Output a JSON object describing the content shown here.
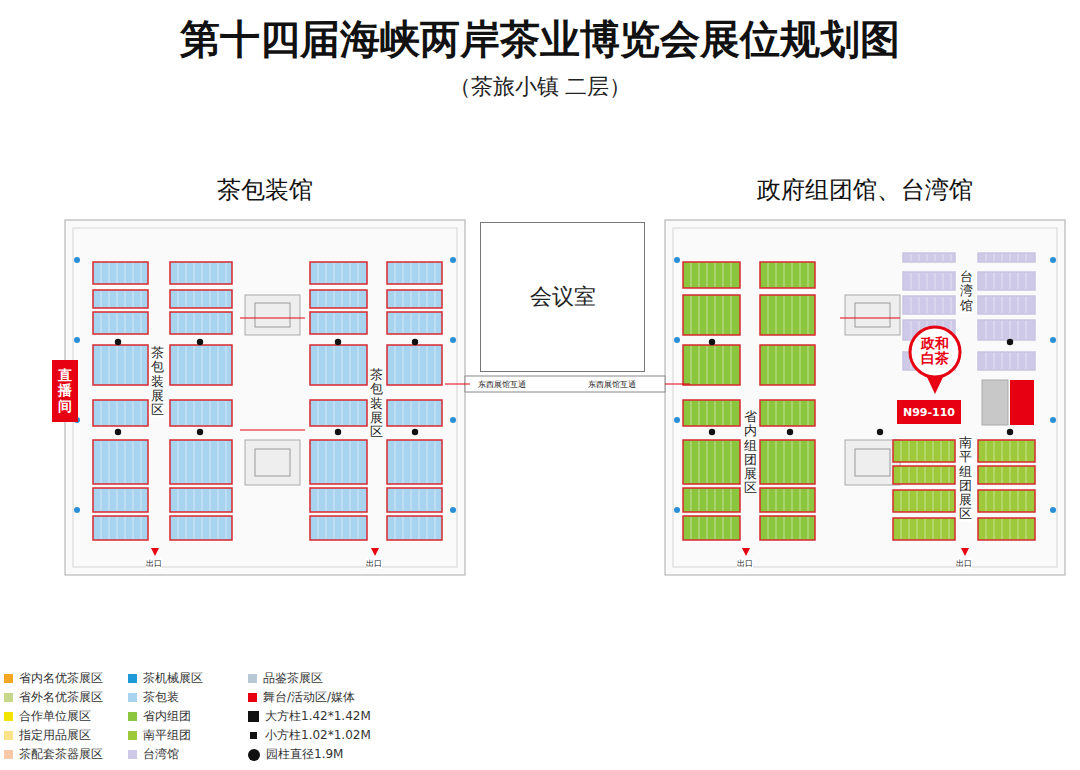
{
  "diagram": {
    "title": "第十四届海峡两岸茶业博览会展位规划图",
    "nodes": [
      {
        "text": [
          "茶包装馆"
        ]
      },
      {
        "text": [
          "政府组团馆、台湾馆"
        ]
      },
      {
        "text": [
          "会议室"
        ]
      },
      {
        "text": [
          "直播间"
        ]
      },
      {
        "text": [
          "政和白茶"
        ],
        "in": 1
      },
      {
        "text": [
          "N99-110"
        ],
        "in": 1
      }
    ],
    "labels": [
      "（茶旅小镇 二层）",
      "茶包装展区",
      "茶包装展区",
      "省内组团展区",
      "台湾馆",
      "南平组团展区",
      "东西展馆互通",
      "东西展馆互通",
      "出口",
      "出口",
      "出口",
      "出口"
    ],
    "legend": [
      {
        "text": "省内名优茶展区",
        "color": "#f5a623"
      },
      {
        "text": "省外名优茶展区",
        "color": "#c8d88a"
      },
      {
        "text": "合作单位展区",
        "color": "#f2e600"
      },
      {
        "text": "指定用品展区",
        "color": "#fbe38a"
      },
      {
        "text": "茶配套茶器展区",
        "color": "#f9c8a6"
      },
      {
        "text": "茶机械展区",
        "color": "#1e9bd7"
      },
      {
        "text": "茶包装",
        "color": "#a9d4ef"
      },
      {
        "text": "省内组团",
        "color": "#8cc63f"
      },
      {
        "text": "南平组团",
        "color": "#9dc93a"
      },
      {
        "text": "台湾馆",
        "color": "#cfc9e8"
      },
      {
        "text": "品鉴茶展区",
        "color": "#b9c8d6"
      },
      {
        "text": "舞台/活动区/媒体",
        "color": "#e60012"
      },
      {
        "text": "大方柱1.42*1.42M"
      },
      {
        "text": "小方柱1.02*1.02M"
      },
      {
        "text": "园柱直径1.9M"
      }
    ]
  }
}
